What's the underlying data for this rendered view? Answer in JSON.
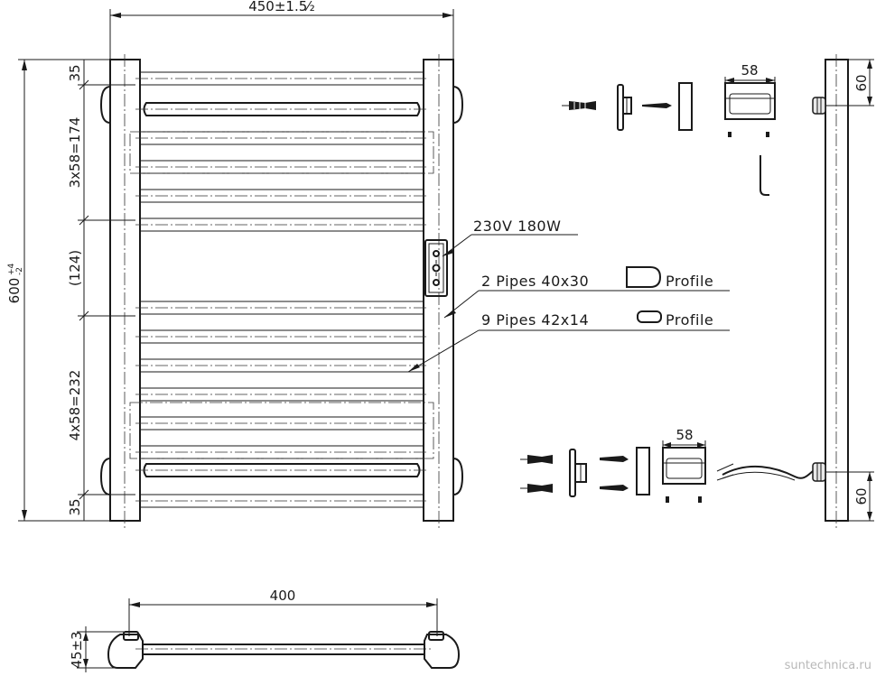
{
  "dimensions": {
    "width_top": "450±1.5⁄₂",
    "height_total": "600",
    "height_tol_plus": "+4",
    "height_tol_minus": "-2",
    "seg_top": "35",
    "seg_upper": "3x58=174",
    "seg_middle": "(124)",
    "seg_lower": "4x58=232",
    "seg_bottom": "35",
    "side_top": "60",
    "side_bottom": "60",
    "bracket_top": "58",
    "bracket_bottom": "58",
    "bottom_width": "400",
    "depth": "45±3"
  },
  "labels": {
    "power": "230V  180W",
    "pipes_a": "2  Pipes  40x30",
    "pipes_a_profile": "Profile",
    "pipes_b": "9  Pipes  42x14",
    "pipes_b_profile": "Profile"
  },
  "watermark": "suntechnica.ru"
}
